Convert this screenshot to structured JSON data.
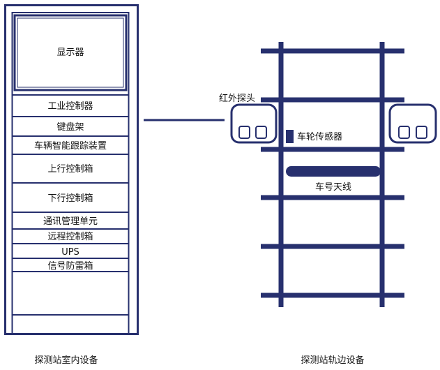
{
  "colors": {
    "primary": "#27306e",
    "text": "#111111",
    "background": "#ffffff"
  },
  "cabinet": {
    "monitor_label": "显示器",
    "units": [
      "工业控制器",
      "键盘架",
      "车辆智能跟踪装置",
      "上行控制箱",
      "下行控制箱",
      "通讯管理单元",
      "远程控制箱",
      "UPS",
      "信号防雷箱"
    ],
    "caption": "探测站室内设备"
  },
  "track": {
    "infrared_probe_label": "红外探头",
    "wheel_sensor_label": "车轮传感器",
    "antenna_label": "车号天线",
    "caption": "探测站轨边设备"
  }
}
